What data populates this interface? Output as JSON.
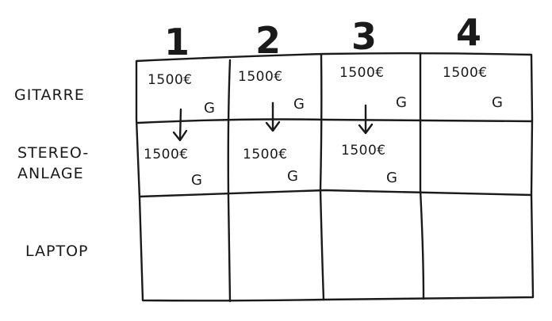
{
  "columns": [
    "1",
    "2",
    "3",
    "4"
  ],
  "rows": [
    {
      "label_lines": [
        "GITARRE"
      ]
    },
    {
      "label_lines": [
        "STEREO-",
        "ANLAGE"
      ]
    },
    {
      "label_lines": [
        "LAPTOP"
      ]
    }
  ],
  "cells": {
    "r0": [
      {
        "price": "1500€",
        "item": "G",
        "arrow_down": true
      },
      {
        "price": "1500€",
        "item": "G",
        "arrow_down": true
      },
      {
        "price": "1500€",
        "item": "G",
        "arrow_down": true
      },
      {
        "price": "1500€",
        "item": "G",
        "arrow_down": false
      }
    ],
    "r1": [
      {
        "price": "1500€",
        "item": "G"
      },
      {
        "price": "1500€",
        "item": "G"
      },
      {
        "price": "1500€",
        "item": "G"
      },
      {
        "price": "",
        "item": ""
      }
    ],
    "r2": [
      {
        "price": "",
        "item": ""
      },
      {
        "price": "",
        "item": ""
      },
      {
        "price": "",
        "item": ""
      },
      {
        "price": "",
        "item": ""
      }
    ]
  }
}
